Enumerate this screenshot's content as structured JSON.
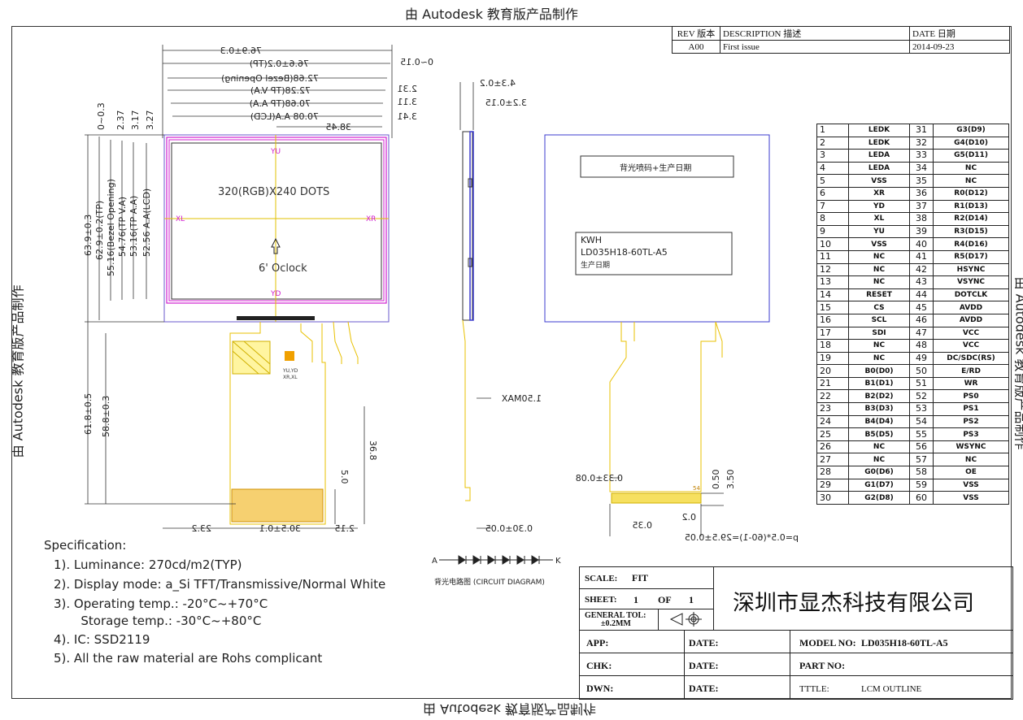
{
  "watermark": "由 Autodesk 教育版产品制作",
  "rev_table": {
    "headers": [
      "REV 版本",
      "DESCRIPTION 描述",
      "DATE 日期"
    ],
    "rows": [
      [
        "A00",
        "First issue",
        "2014-09-23"
      ]
    ]
  },
  "drawing": {
    "front": {
      "center_text": "320(RGB)X240  DOTS",
      "view_text": "6' Oclock",
      "touch_labels": {
        "yu": "YU",
        "yd": "YD",
        "xl": "XL",
        "xr": "XR"
      },
      "tab_labels": [
        "YU,YD",
        "XR,XL"
      ],
      "dims_top": [
        "76.9±0.3",
        "76.6±0.2(TP)",
        "72.68(Bezel Opening)",
        "72.28(TP V.A)",
        "70.68(TP A.A)",
        "70.08  A.A(LCD)",
        "38.45",
        "0~0.15",
        "2.31",
        "3.11",
        "3.41"
      ],
      "dims_left": [
        "63.9±0.3",
        "62.9±0.2(TP)",
        "55.16(Bezel Opening)",
        "54.76(TP V.A)",
        "53.16(TP A.A)",
        "52.56  A.A(LCD)",
        "0~0.3",
        "2.37",
        "3.17",
        "3.27"
      ],
      "dims_fpc": [
        "61.8±0.5",
        "58.8±0.3",
        "36.8",
        "5.0",
        "23.2",
        "30.5±0.1",
        "2.15"
      ]
    },
    "side": {
      "dims": [
        "4.3±0.2",
        "3.2±0.15",
        "1.50MAX",
        "0.30±0.05"
      ]
    },
    "back": {
      "label_box": "背光喷码+生产日期",
      "model_box": [
        "KWH",
        "LD035H18-60TL-A5",
        "生产日期"
      ],
      "dims": [
        "0.33±0.08",
        "0.50",
        "3.50",
        "0.2",
        "0.35",
        "p=0.5*(60-1)=29.5±0.05"
      ],
      "pin_marks": [
        "54"
      ]
    },
    "circuit": {
      "anode": "A",
      "cathode": "K",
      "caption": "背光电路图 (CIRCUIT DIAGRAM)"
    }
  },
  "pins": [
    [
      1,
      "LEDK",
      31,
      "G3(D9)"
    ],
    [
      2,
      "LEDK",
      32,
      "G4(D10)"
    ],
    [
      3,
      "LEDA",
      33,
      "G5(D11)"
    ],
    [
      4,
      "LEDA",
      34,
      "NC"
    ],
    [
      5,
      "VSS",
      35,
      "NC"
    ],
    [
      6,
      "XR",
      36,
      "R0(D12)"
    ],
    [
      7,
      "YD",
      37,
      "R1(D13)"
    ],
    [
      8,
      "XL",
      38,
      "R2(D14)"
    ],
    [
      9,
      "YU",
      39,
      "R3(D15)"
    ],
    [
      10,
      "VSS",
      40,
      "R4(D16)"
    ],
    [
      11,
      "NC",
      41,
      "R5(D17)"
    ],
    [
      12,
      "NC",
      42,
      "HSYNC"
    ],
    [
      13,
      "NC",
      43,
      "VSYNC"
    ],
    [
      14,
      "RESET",
      44,
      "DOTCLK"
    ],
    [
      15,
      "CS",
      45,
      "AVDD"
    ],
    [
      16,
      "SCL",
      46,
      "AVDD"
    ],
    [
      17,
      "SDI",
      47,
      "VCC"
    ],
    [
      18,
      "NC",
      48,
      "VCC"
    ],
    [
      19,
      "NC",
      49,
      "DC/SDC(RS)"
    ],
    [
      20,
      "B0(D0)",
      50,
      "E/RD"
    ],
    [
      21,
      "B1(D1)",
      51,
      "WR"
    ],
    [
      22,
      "B2(D2)",
      52,
      "PS0"
    ],
    [
      23,
      "B3(D3)",
      53,
      "PS1"
    ],
    [
      24,
      "B4(D4)",
      54,
      "PS2"
    ],
    [
      25,
      "B5(D5)",
      55,
      "PS3"
    ],
    [
      26,
      "NC",
      56,
      "WSYNC"
    ],
    [
      27,
      "NC",
      57,
      "NC"
    ],
    [
      28,
      "G0(D6)",
      58,
      "OE"
    ],
    [
      29,
      "G1(D7)",
      59,
      "VSS"
    ],
    [
      30,
      "G2(D8)",
      60,
      "VSS"
    ]
  ],
  "specification": {
    "heading": "Specification:",
    "lines": [
      "1).  Luminance: 270cd/m2(TYP)",
      "2).  Display mode: a_Si TFT/Transmissive/Normal White",
      "3).  Operating temp.: -20°C~+70°C",
      "       Storage temp.: -30°C~+80°C",
      "4).  IC: SSD2119",
      "5).  All the raw material are Rohs complicant"
    ]
  },
  "title_block": {
    "scale_label": "SCALE:",
    "scale_value": "FIT",
    "sheet_label": "SHEET:",
    "sheet_value": "1",
    "of_label": "OF",
    "of_value": "1",
    "tol_label": "GENERAL TOL:",
    "tol_value": "±0.2MM",
    "company": "深圳市显杰科技有限公司",
    "app_label": "APP:",
    "chk_label": "CHK:",
    "dwn_label": "DWN:",
    "date_label": "DATE:",
    "model_label": "MODEL NO:",
    "model_value": "LD035H18-60TL-A5",
    "part_label": "PART NO:",
    "part_value": "",
    "title_label": "TTTLE:",
    "title_value": "LCM OUTLINE"
  }
}
